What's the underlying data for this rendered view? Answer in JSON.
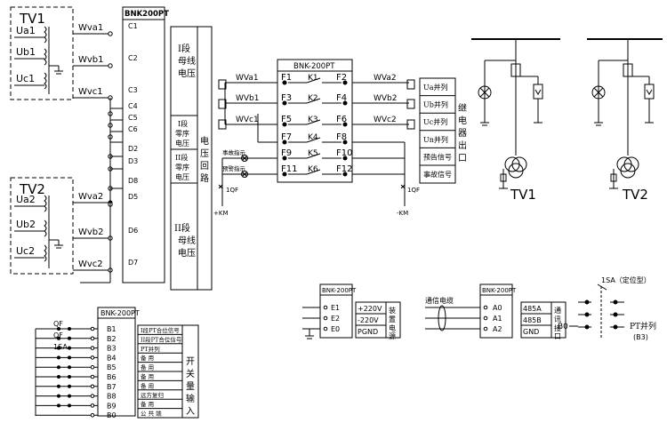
{
  "tv1": {
    "title": "TV1",
    "windings": [
      "Ua1",
      "Ub1",
      "Uc1"
    ],
    "wires": [
      "Wva1",
      "Wvb1",
      "Wvc1"
    ]
  },
  "tv2": {
    "title": "TV2",
    "windings": [
      "Ua2",
      "Ub2",
      "Uc2"
    ],
    "wires": [
      "Wva2",
      "Wvb2",
      "Wvc2"
    ]
  },
  "bnk_main": {
    "title": "BNK200PT",
    "terminals": [
      "C1",
      "C2",
      "C3",
      "C4",
      "C5",
      "C6",
      "D2",
      "D3",
      "D8",
      "D5",
      "D6",
      "D7"
    ],
    "side_labels": {
      "seg1_bus": "I段母线电压",
      "seg1_zero": "I段零序电压",
      "seg2_zero": "II段零序电压",
      "seg2_bus": "II段母线电压",
      "circuit": "电压回路"
    }
  },
  "relay_box": {
    "title": "BNK-200PT",
    "rows": [
      {
        "l": "F1",
        "k": "K1",
        "r": "F2"
      },
      {
        "l": "F3",
        "k": "K2",
        "r": "F4"
      },
      {
        "l": "F5",
        "k": "K3",
        "r": "F6"
      },
      {
        "l": "F7",
        "k": "K4",
        "r": "F8"
      },
      {
        "l": "F9",
        "k": "K5",
        "r": "F10"
      },
      {
        "l": "F11",
        "k": "K6",
        "r": "F12"
      }
    ],
    "left_wires": [
      "WVa1",
      "WVb1",
      "WVc1"
    ],
    "right_wires": [
      "WVa2",
      "WVb2",
      "WVc2"
    ],
    "signal_labels": [
      "事故指示",
      "预警指示"
    ],
    "breaker_labels": [
      "1QF",
      "1QF"
    ],
    "bus_labels": [
      "+KM",
      "-KM"
    ],
    "outputs": [
      "Ua并列",
      "Ub并列",
      "Uc并列",
      "Un并列",
      "预告信号",
      "事故信号"
    ],
    "output_group": "继电器出口"
  },
  "tv_drawings": {
    "left": "TV1",
    "right": "TV2"
  },
  "switch_box": {
    "title": "BNK-200PT",
    "terminals": [
      "B1",
      "B2",
      "B3",
      "B4",
      "B5",
      "B6",
      "B7",
      "B8",
      "B9",
      "B0"
    ],
    "inputs": [
      "I段PT合位信号",
      "II段PT合位信号",
      "PT并列",
      "备  用",
      "备  用",
      "备  用",
      "备  用",
      "远方复归",
      "备  用",
      "公 共 端"
    ],
    "group": "开关量输入",
    "breakers": [
      "QF",
      "QF",
      "1SA"
    ]
  },
  "power_box": {
    "title": "BNK-200PT",
    "terminals": [
      "E1",
      "E2",
      "E0"
    ],
    "labels": [
      "+220V",
      "-220V",
      "PGND"
    ],
    "group": "装置电源"
  },
  "comm_box": {
    "title": "BNK-200PT",
    "terminals": [
      "A0",
      "A1",
      "A2"
    ],
    "labels": [
      "485A",
      "485B",
      "GND"
    ],
    "group": "通讯接口",
    "cable": "通信电缆"
  },
  "selector": {
    "title": "1SA（定位型）",
    "input": "B0",
    "output": "PT并列",
    "output_ref": "(B3)"
  }
}
